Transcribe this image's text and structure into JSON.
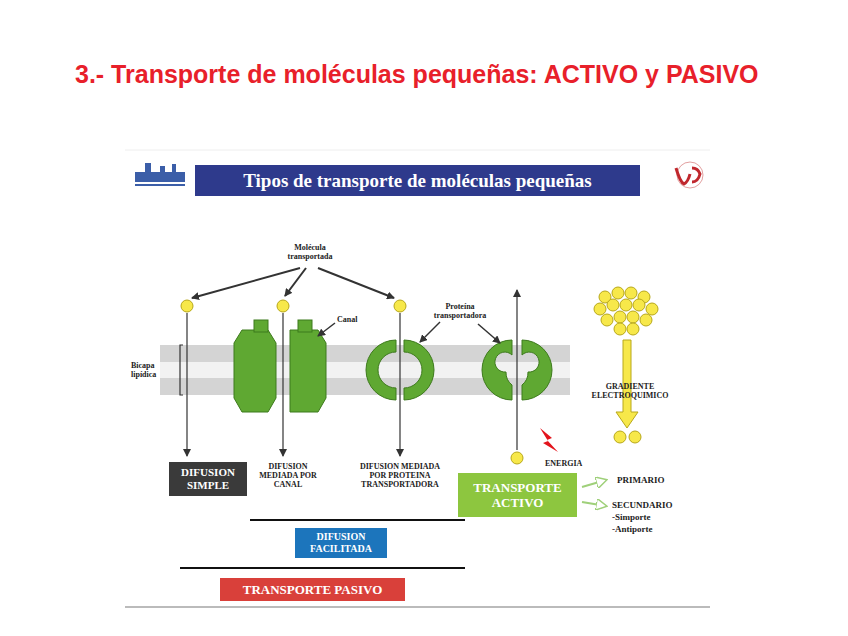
{
  "diagram": {
    "title": "3.- Transporte de moléculas pequeñas: ACTIVO y PASIVO",
    "nodes": [
      {
        "text": [
          "Tipos de transporte de moléculas pequeñas"
        ]
      },
      {
        "text": [
          "DIFUSION SIMPLE"
        ]
      },
      {
        "text": [
          "TRANSPORTE ACTIVO"
        ]
      },
      {
        "text": [
          "DIFUSION FACILITADA"
        ]
      },
      {
        "text": [
          "TRANSPORTE PASIVO"
        ]
      }
    ],
    "labels": [
      "Molécula transportada",
      "Canal",
      "Proteína transportadora",
      "Bicapa lipídica",
      "GRADIENTE ELECTROQUIMICO",
      "ENERGIA",
      "DIFUSION MEDIADA POR CANAL",
      "DIFUSION MEDIADA POR PROTEINA TRANSPORTADORA",
      "PRIMARIO",
      "SECUNDARIO",
      "-Simporte",
      "-Antiporte"
    ]
  }
}
